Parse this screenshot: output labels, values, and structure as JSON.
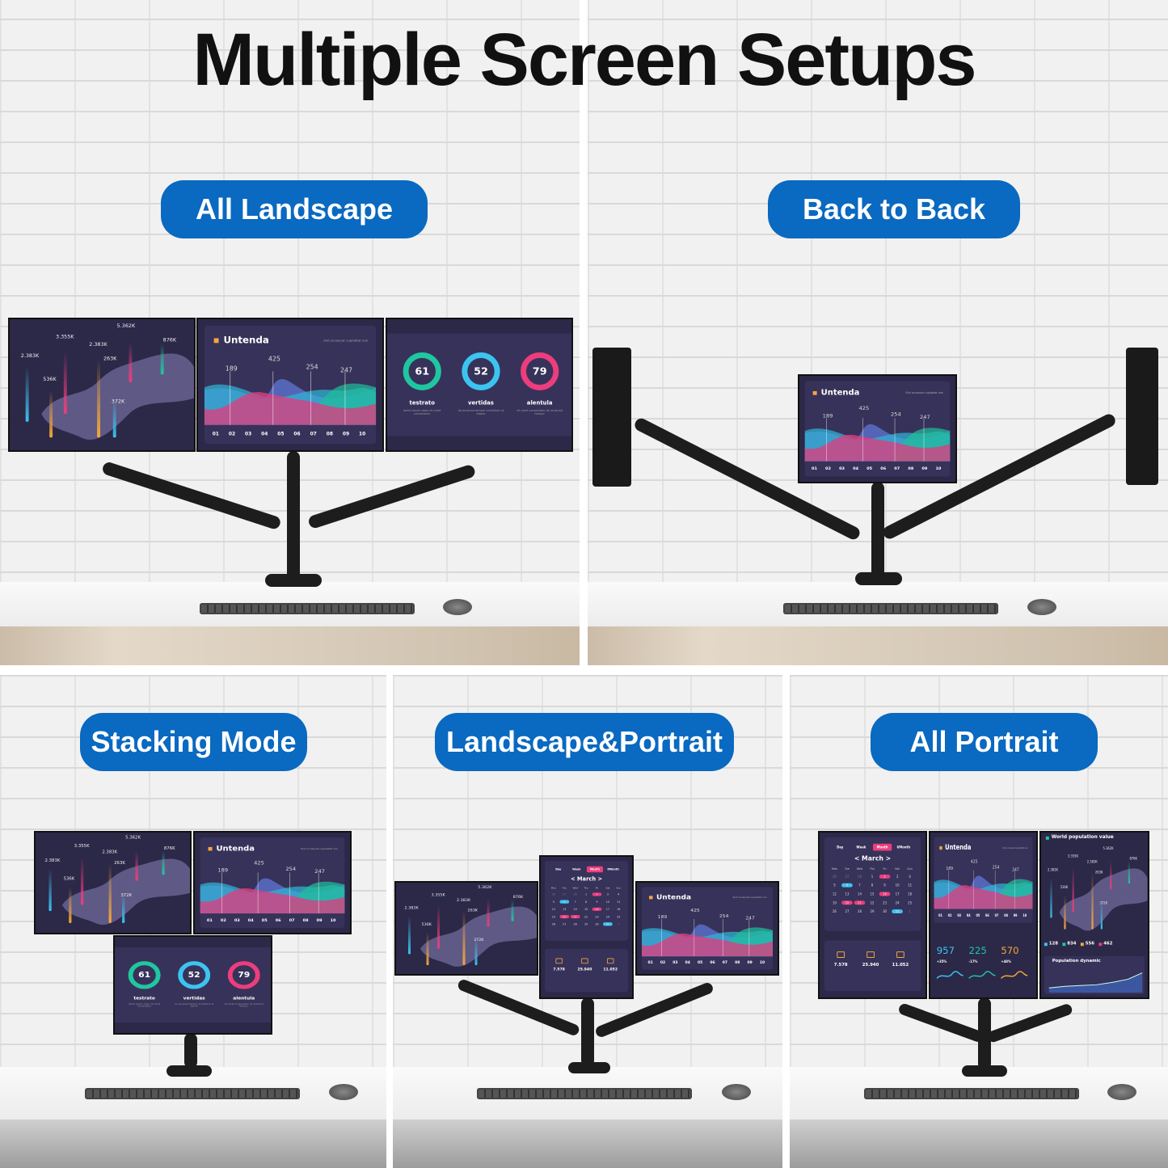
{
  "title": "Multiple Screen Setups",
  "modes": [
    "All Landscape",
    "Back to Back",
    "Stacking Mode",
    "Landscape&Portrait",
    "All Portrait"
  ],
  "colors": {
    "pill": "#0a69c0",
    "screen": "#2c2848",
    "teal": "#1fc7a0",
    "cyan": "#3cc4f0",
    "pink": "#ec3d7c",
    "orange": "#f4a83a"
  },
  "screens": {
    "map": {
      "labels": [
        "5.362K",
        "3.355K",
        "2.383K",
        "876K",
        "2.383K",
        "263K",
        "536K",
        "372K"
      ]
    },
    "wave": {
      "title": "Untenda",
      "subtitle": "Sint occaecat cupidatat non",
      "peaks": [
        "189",
        "425",
        "254",
        "247"
      ],
      "xlabels": [
        "01",
        "02",
        "03",
        "04",
        "05",
        "06",
        "07",
        "08",
        "09",
        "10"
      ]
    },
    "rings": {
      "items": [
        {
          "value": "61",
          "label": "testrato",
          "text": "lorem ipsum dolor sit amet consectetur",
          "color": "#1fc7a0"
        },
        {
          "value": "52",
          "label": "vertidas",
          "text": "do eiusmod tempor incididunt ut labore",
          "color": "#3cc4f0"
        },
        {
          "value": "79",
          "label": "alentula",
          "text": "sit amet consectetur do eiusmod tempor",
          "color": "#ec3d7c"
        }
      ]
    },
    "calendar": {
      "tabs": [
        "Day",
        "Week",
        "Month",
        "6Month"
      ],
      "active_tab": "Month",
      "month": "< March >",
      "weekdays": [
        "Mon",
        "Tue",
        "Wed",
        "Thu",
        "Fri",
        "Sat",
        "Sun"
      ],
      "days": [
        "26",
        "27",
        "28",
        "1",
        "2",
        "3",
        "4",
        "5",
        "6",
        "7",
        "8",
        "9",
        "10",
        "11",
        "12",
        "13",
        "14",
        "15",
        "16",
        "17",
        "18",
        "19",
        "20",
        "21",
        "22",
        "23",
        "24",
        "25",
        "26",
        "27",
        "28",
        "29",
        "30",
        "31",
        "1"
      ],
      "pink_days": [
        4,
        18,
        22,
        23
      ],
      "blue_days": [
        8,
        33
      ],
      "stats": [
        "7.578",
        "25.940",
        "11.052"
      ]
    },
    "stats": {
      "values": [
        "957",
        "225",
        "570"
      ],
      "changes": [
        "+35%",
        "-17%",
        "+48%"
      ]
    },
    "world": {
      "title": "World population value",
      "values": [
        "128",
        "834",
        "556",
        "462"
      ],
      "dynamic_title": "Population dynamic"
    }
  }
}
